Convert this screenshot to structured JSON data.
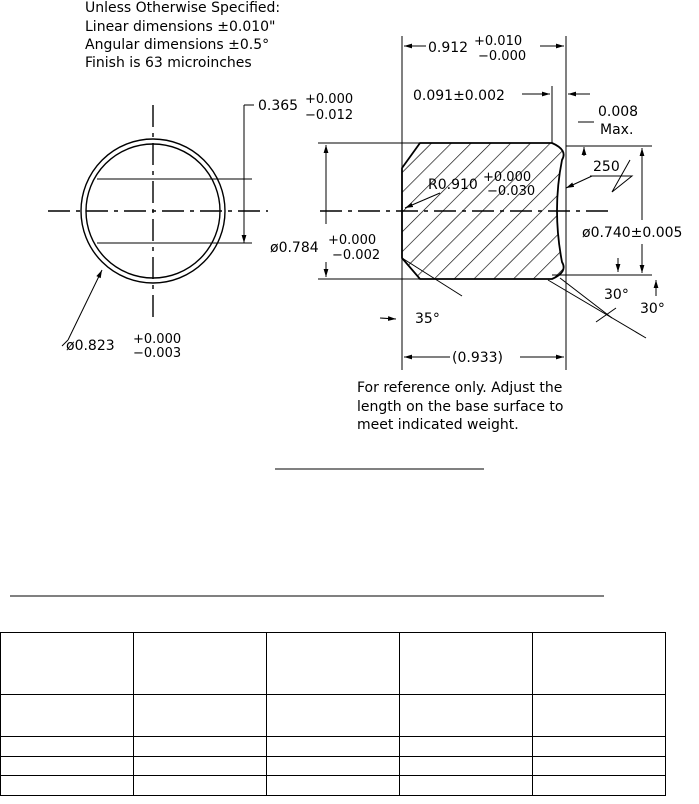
{
  "notes": {
    "general": [
      "Unless Otherwise Specified:",
      "Linear dimensions ±0.010\"",
      "Angular dimensions ±0.5°",
      "Finish is 63 microinches"
    ],
    "reference": [
      "For reference only. Adjust the",
      "length on the base surface to",
      "meet indicated weight."
    ]
  },
  "dimensions": {
    "overall_length": {
      "nominal": "0.912",
      "upper": "+0.010",
      "lower": "−0.000"
    },
    "shoulder_length": "0.091±0.002",
    "chamfer_max": [
      "0.008",
      "Max."
    ],
    "finish": "250",
    "radius": {
      "nominal": "R0.910",
      "upper": "+0.000",
      "lower": "−0.030"
    },
    "face_dia": "ø0.740±0.005",
    "side_offset": {
      "nominal": "0.365",
      "upper": "+0.000",
      "lower": "−0.012"
    },
    "body_dia": {
      "nominal": "ø0.784",
      "upper": "+0.000",
      "lower": "−0.002"
    },
    "circle_dia": {
      "nominal": "ø0.823",
      "upper": "+0.000",
      "lower": "−0.003"
    },
    "angle_left": "35°",
    "angle_right_1": "30°",
    "angle_right_2": "30°",
    "reference_length": "(0.933)"
  },
  "table": {
    "rows": 5,
    "cols": 5,
    "cells": [
      [
        "",
        "",
        "",
        "",
        ""
      ],
      [
        "",
        "",
        "",
        "",
        ""
      ],
      [
        "",
        "",
        "",
        "",
        ""
      ],
      [
        "",
        "",
        "",
        "",
        ""
      ],
      [
        "",
        "",
        "",
        "",
        ""
      ]
    ]
  }
}
